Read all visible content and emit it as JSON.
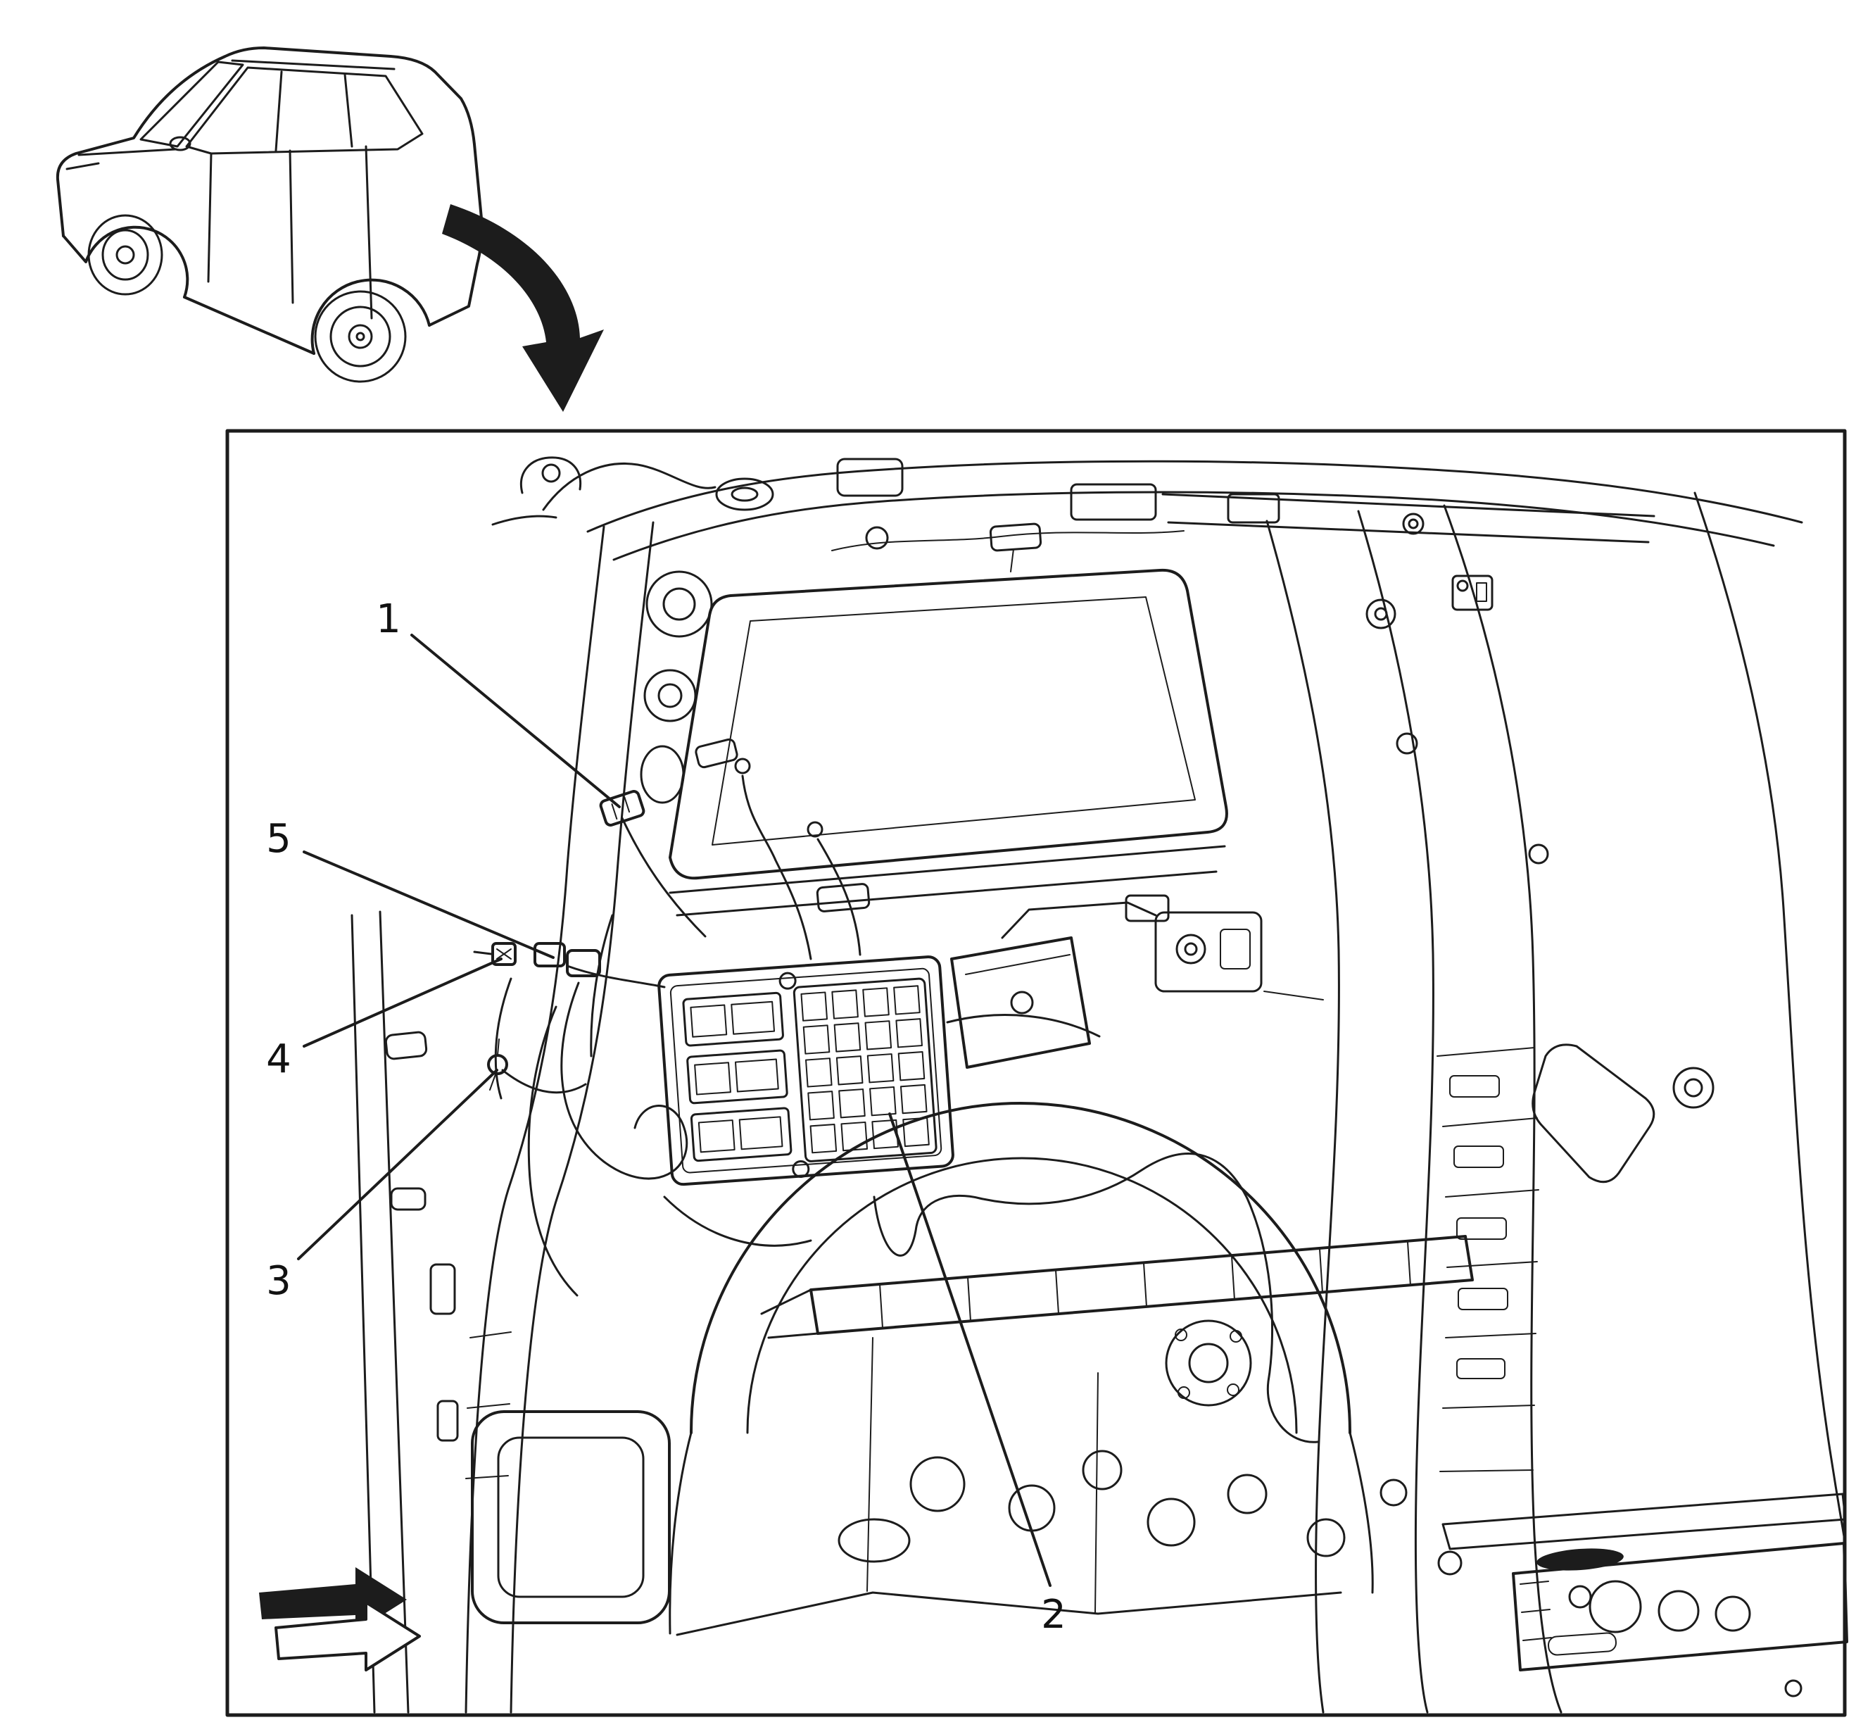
{
  "page": {
    "colors": {
      "background": "#ffffff",
      "line": "#1c1c1c",
      "text": "#111111"
    }
  },
  "diagram": {
    "callouts": [
      {
        "label": "1"
      },
      {
        "label": "2"
      },
      {
        "label": "3"
      },
      {
        "label": "4"
      },
      {
        "label": "5"
      }
    ],
    "icons": {
      "rotate_arrow": "curved-arrow-down",
      "view_arrow": "arrow-right"
    }
  }
}
